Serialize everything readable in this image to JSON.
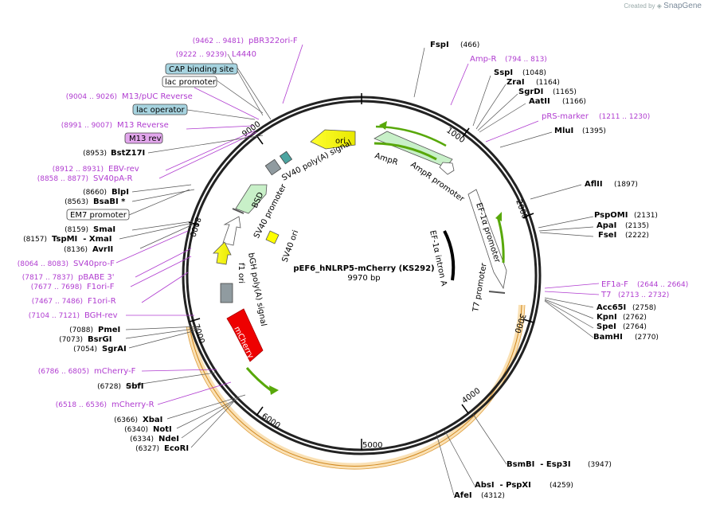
{
  "credit": {
    "prefix": "Created by",
    "brand": "SnapGene"
  },
  "plasmid": {
    "name": "pEF6_hNLRP5-mCherry (KS292)",
    "size_label": "9970 bp"
  },
  "ticks": [
    "1000",
    "2000",
    "3000",
    "4000",
    "5000",
    "6000",
    "7000",
    "8000",
    "9000"
  ],
  "enzymes_right": [
    {
      "name": "FspI",
      "pos": "(466)"
    },
    {
      "name": "SspI",
      "pos": "(1048)"
    },
    {
      "name": "ZraI",
      "pos": "(1164)"
    },
    {
      "name": "SgrDI",
      "pos": "(1165)"
    },
    {
      "name": "AatII",
      "pos": "(1166)"
    },
    {
      "name": "MluI",
      "pos": "(1395)"
    },
    {
      "name": "AflII",
      "pos": "(1897)"
    },
    {
      "name": "PspOMI",
      "pos": "(2131)"
    },
    {
      "name": "ApaI",
      "pos": "(2135)"
    },
    {
      "name": "FseI",
      "pos": "(2222)"
    },
    {
      "name": "Acc65I",
      "pos": "(2758)"
    },
    {
      "name": "KpnI",
      "pos": "(2762)"
    },
    {
      "name": "SpeI",
      "pos": "(2764)"
    },
    {
      "name": "BamHI",
      "pos": "(2770)"
    },
    {
      "name": "BsmBI  - Esp3I",
      "pos": "(3947)"
    },
    {
      "name": "AbsI  - PspXI",
      "pos": "(4259)"
    },
    {
      "name": "AfeI",
      "pos": "(4312)"
    }
  ],
  "enzymes_left": [
    {
      "name": "BstZ17I",
      "pos": "(8953)"
    },
    {
      "name": "BlpI",
      "pos": "(8660)"
    },
    {
      "name": "BsaBI *",
      "pos": "(8563)"
    },
    {
      "name": "SmaI",
      "pos": "(8159)"
    },
    {
      "name": "TspMI  - XmaI",
      "pos": "(8157)"
    },
    {
      "name": "AvrII",
      "pos": "(8136)"
    },
    {
      "name": "PmeI",
      "pos": "(7088)"
    },
    {
      "name": "BsrGI",
      "pos": "(7073)"
    },
    {
      "name": "SgrAI",
      "pos": "(7054)"
    },
    {
      "name": "SbfI",
      "pos": "(6728)"
    },
    {
      "name": "XbaI",
      "pos": "(6366)"
    },
    {
      "name": "NotI",
      "pos": "(6340)"
    },
    {
      "name": "NdeI",
      "pos": "(6334)"
    },
    {
      "name": "EcoRI",
      "pos": "(6327)"
    }
  ],
  "primers_right": [
    {
      "name": "Amp-R",
      "pos": "(794 .. 813)"
    },
    {
      "name": "pRS-marker",
      "pos": "(1211 .. 1230)"
    },
    {
      "name": "EF1a-F",
      "pos": "(2644 .. 2664)"
    },
    {
      "name": "T7",
      "pos": "(2713 .. 2732)"
    }
  ],
  "primers_left": [
    {
      "name": "pBR322ori-F",
      "pos": "(9462 .. 9481)"
    },
    {
      "name": "L4440",
      "pos": "(9222 .. 9239)"
    },
    {
      "name": "M13/pUC Reverse",
      "pos": "(9004 .. 9026)"
    },
    {
      "name": "M13 Reverse",
      "pos": "(8991 .. 9007)"
    },
    {
      "name": "EBV-rev",
      "pos": "(8912 .. 8931)"
    },
    {
      "name": "SV40pA-R",
      "pos": "(8858 .. 8877)"
    },
    {
      "name": "SV40pro-F",
      "pos": "(8064 .. 8083)"
    },
    {
      "name": "pBABE 3'",
      "pos": "(7817 .. 7837)"
    },
    {
      "name": "F1ori-F",
      "pos": "(7677 .. 7698)"
    },
    {
      "name": "F1ori-R",
      "pos": "(7467 .. 7486)"
    },
    {
      "name": "BGH-rev",
      "pos": "(7104 .. 7121)"
    },
    {
      "name": "mCherry-F",
      "pos": "(6786 .. 6805)"
    },
    {
      "name": "mCherry-R",
      "pos": "(6518 .. 6536)"
    }
  ],
  "boxed_features": [
    {
      "name": "CAP binding site",
      "fill": "#a7d4e0"
    },
    {
      "name": "lac promoter",
      "fill": "#ffffff"
    },
    {
      "name": "lac operator",
      "fill": "#a7d4e0"
    },
    {
      "name": "M13 rev",
      "fill": "#e2a6ec"
    },
    {
      "name": "EM7 promoter",
      "fill": "#ffffff"
    }
  ],
  "features": {
    "ori": "ori",
    "ampr": "AmpR",
    "ampr_promoter": "AmpR promoter",
    "ef1a_promoter": "EF-1α promoter",
    "ef1a_intron": "EF-1α intron A",
    "t7_promoter": "T7 promoter",
    "sv40_polya": "SV40 poly(A) signal",
    "bsd": "BSD",
    "sv40_promoter": "SV40 promoter",
    "sv40_ori": "SV40 ori",
    "f1_ori": "f1 ori",
    "bgh_polya": "bGH poly(A) signal",
    "mcherry": "mCherry"
  },
  "colors": {
    "primer": "#b03cd0",
    "ori": "#ffff00",
    "resistance": "#c8f0c8",
    "mcherry": "#ee0000",
    "orf_band": "#f5c878",
    "arrow_green": "#58a80a"
  }
}
